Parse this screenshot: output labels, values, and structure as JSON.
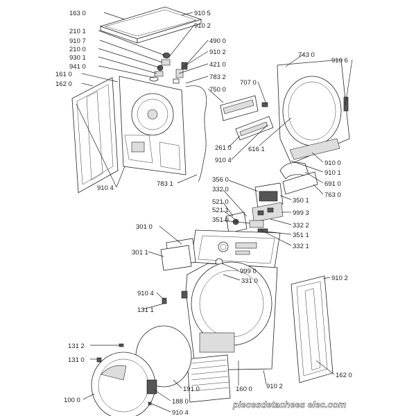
{
  "labels": {
    "l1630": "163 0",
    "l9105": "910 5",
    "l2101": "210 1",
    "l9102a": "910 2",
    "l9107": "910 7",
    "l4900": "490 0",
    "l2100": "210 0",
    "l9102b": "910 2",
    "l9301": "930 1",
    "l4210": "421 0",
    "l9410": "941 0",
    "l7832": "783 2",
    "l1610": "161 0",
    "l7500": "750 0",
    "l1620a": "162 0",
    "l7070": "707 0",
    "l7430": "743 0",
    "l9106": "910 6",
    "l2610": "261 0",
    "l6161": "616 1",
    "l9104a": "910 4",
    "l9100": "910 0",
    "l9101": "910 1",
    "l9104b": "910 4",
    "l7831": "783 1",
    "l6910": "691 0",
    "l7630": "763 0",
    "l3560": "356 0",
    "l3320": "332 0",
    "l3501": "350 1",
    "l5210": "521 0",
    "l9993": "999 3",
    "l5211": "521 1",
    "l3322": "332 2",
    "l3510": "351 0",
    "l3511": "351 1",
    "l3010": "301 0",
    "l3321": "332 1",
    "l3011": "301 1",
    "l9990": "999 0",
    "l3310": "331 0",
    "l9102c": "910 2",
    "l9104c": "910 4",
    "l1311": "131 1",
    "l1312": "131 2",
    "l1310": "131 0",
    "l1910": "191 0",
    "l1600": "160 0",
    "l9102d": "910 2",
    "l1620b": "162 0",
    "l1000": "100 0",
    "l1880": "188 0",
    "l9104d": "910 4"
  },
  "watermark": "piecesdetachees elec.com",
  "colors": {
    "line": "#222222",
    "fill": "#ffffff",
    "watermark_outline": "#555555"
  }
}
